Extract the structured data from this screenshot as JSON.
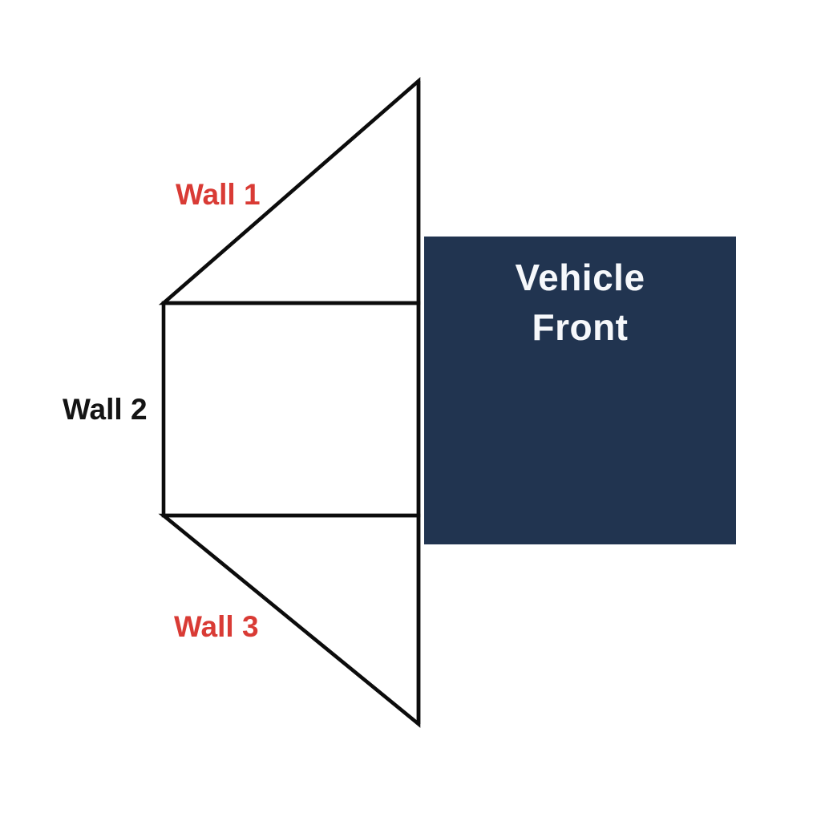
{
  "diagram": {
    "labels": {
      "wall1": "Wall 1",
      "wall2": "Wall 2",
      "wall3": "Wall 3"
    },
    "vehicle": {
      "line1": "Vehicle",
      "line2": "Front"
    }
  },
  "colors": {
    "background": "#ffffff",
    "line": "#0c0c0c",
    "wall-accent": "#d93b35",
    "wall-dark": "#141414",
    "vehicle-fill": "#213450",
    "vehicle-text": "#f6f8fb"
  }
}
